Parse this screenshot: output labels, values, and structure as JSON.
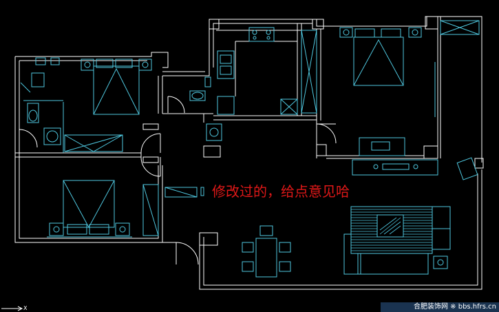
{
  "annotation": "修改过的，给点意见哈",
  "watermark": "合肥装饰网 ※ bbs.hfrs.cn",
  "axis_marker": "X",
  "colors": {
    "wall": "#ffffff",
    "furniture": "#4fc8e0",
    "annotation": "#e01818",
    "footer": "#1a3350"
  }
}
